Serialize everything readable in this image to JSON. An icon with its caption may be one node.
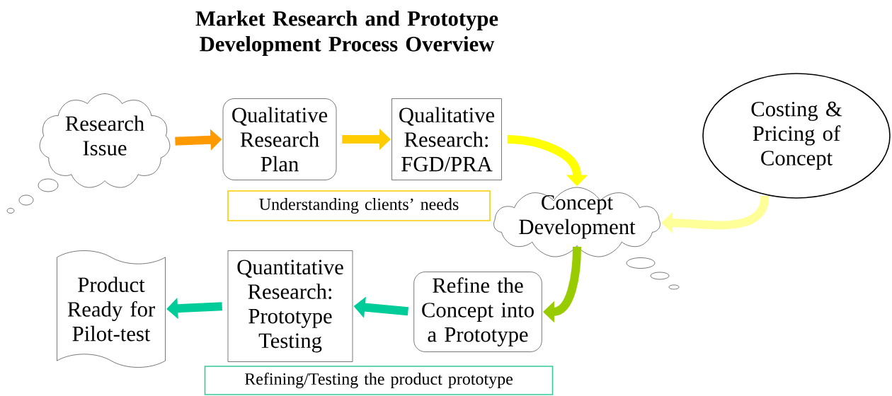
{
  "diagram": {
    "title": "Market Research and Prototype Development Process Overview",
    "nodes": [
      {
        "text": [
          "Research Issue"
        ]
      },
      {
        "text": [
          "Qualitative Research Plan"
        ]
      },
      {
        "text": [
          "Qualitative Research: FGD/PRA"
        ]
      },
      {
        "text": [
          "Understanding clients’ needs"
        ]
      },
      {
        "text": [
          "Costing & Pricing of Concept"
        ]
      },
      {
        "text": [
          "Concept Development"
        ]
      },
      {
        "text": [
          "Refine the Concept into a Prototype"
        ]
      },
      {
        "text": [
          "Quantitative Research: Prototype Testing"
        ]
      },
      {
        "text": [
          "Product Ready for Pilot-test"
        ]
      },
      {
        "text": [
          "Refining/Testing the product prototype"
        ]
      }
    ],
    "edges": [
      {
        "from": 0,
        "to": 1,
        "arrow": "to",
        "color": "#ff9900"
      },
      {
        "from": 1,
        "to": 2,
        "arrow": "to",
        "color": "#ffcc00"
      },
      {
        "from": 2,
        "to": 5,
        "arrow": "to",
        "color": "#ffff00"
      },
      {
        "from": 4,
        "to": 5,
        "arrow": "to",
        "color": "#ffff99"
      },
      {
        "from": 5,
        "to": 6,
        "arrow": "to",
        "color": "#99cc00"
      },
      {
        "from": 6,
        "to": 7,
        "arrow": "to",
        "color": "#00cc99"
      },
      {
        "from": 7,
        "to": 8,
        "arrow": "to",
        "color": "#00cc99"
      }
    ]
  }
}
